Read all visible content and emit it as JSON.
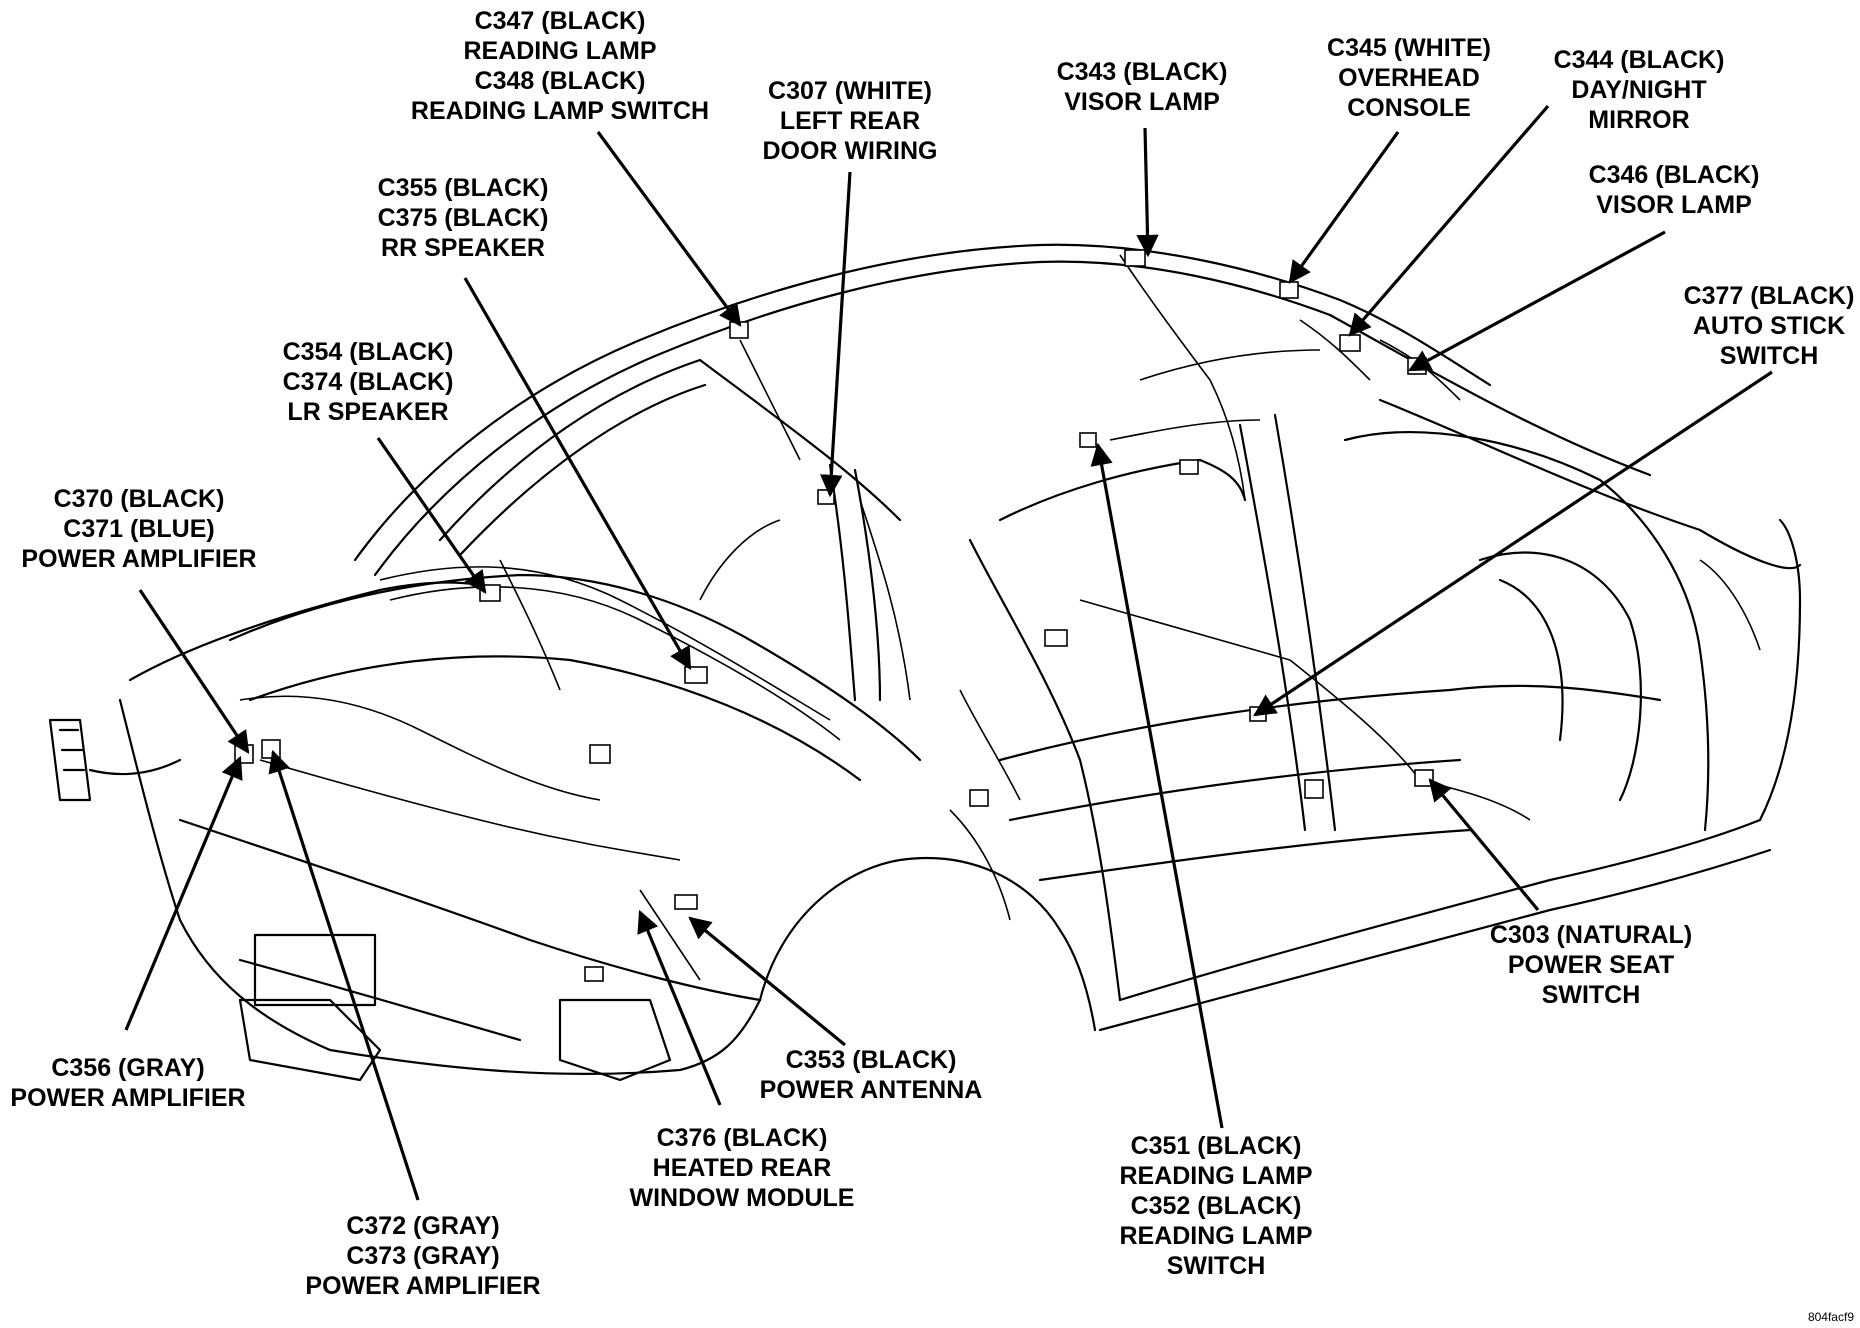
{
  "callouts": [
    {
      "id": "c347",
      "lines": [
        "C347 (BLACK)",
        "READING LAMP",
        "C348 (BLACK)",
        "READING LAMP SWITCH"
      ]
    },
    {
      "id": "c307",
      "lines": [
        "C307 (WHITE)",
        "LEFT REAR",
        "DOOR WIRING"
      ]
    },
    {
      "id": "c343",
      "lines": [
        "C343 (BLACK)",
        "VISOR LAMP"
      ]
    },
    {
      "id": "c345",
      "lines": [
        "C345 (WHITE)",
        "OVERHEAD",
        "CONSOLE"
      ]
    },
    {
      "id": "c344",
      "lines": [
        "C344 (BLACK)",
        "DAY/NIGHT",
        "MIRROR"
      ]
    },
    {
      "id": "c346",
      "lines": [
        "C346 (BLACK)",
        "VISOR LAMP"
      ]
    },
    {
      "id": "c355",
      "lines": [
        "C355 (BLACK)",
        "C375 (BLACK)",
        "RR SPEAKER"
      ]
    },
    {
      "id": "c377",
      "lines": [
        "C377 (BLACK)",
        "AUTO STICK",
        "SWITCH"
      ]
    },
    {
      "id": "c354",
      "lines": [
        "C354 (BLACK)",
        "C374 (BLACK)",
        "LR SPEAKER"
      ]
    },
    {
      "id": "c370",
      "lines": [
        "C370 (BLACK)",
        "C371 (BLUE)",
        "POWER AMPLIFIER"
      ]
    },
    {
      "id": "c303",
      "lines": [
        "C303 (NATURAL)",
        "POWER SEAT",
        "SWITCH"
      ]
    },
    {
      "id": "c356",
      "lines": [
        "C356 (GRAY)",
        "POWER AMPLIFIER"
      ]
    },
    {
      "id": "c353",
      "lines": [
        "C353 (BLACK)",
        "POWER ANTENNA"
      ]
    },
    {
      "id": "c376",
      "lines": [
        "C376 (BLACK)",
        "HEATED REAR",
        "WINDOW MODULE"
      ]
    },
    {
      "id": "c351",
      "lines": [
        "C351 (BLACK)",
        "READING LAMP",
        "C352 (BLACK)",
        "READING LAMP",
        "SWITCH"
      ]
    },
    {
      "id": "c372",
      "lines": [
        "C372 (GRAY)",
        "C373 (GRAY)",
        "POWER AMPLIFIER"
      ]
    }
  ],
  "figure_code": "804facf9"
}
